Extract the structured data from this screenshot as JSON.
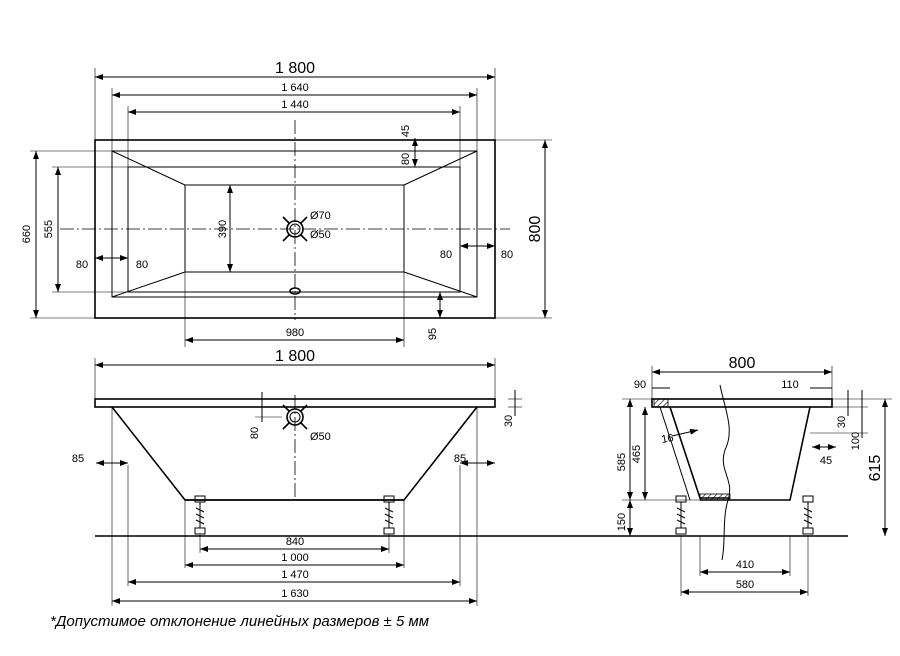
{
  "top_view": {
    "overall_length": "1 800",
    "rim_length": "1 640",
    "inner_length": "1 440",
    "overall_width": "800",
    "outer_height": "660",
    "inner_height": "555",
    "bottom_height": "390",
    "bottom_length": "980",
    "rim_left_a": "80",
    "rim_left_b": "80",
    "rim_right_a": "80",
    "rim_right_b": "80",
    "top_offset_45": "45",
    "top_offset_80": "80",
    "bottom_offset_95": "95",
    "overflow_d70": "Ø70",
    "drain_d50": "Ø50"
  },
  "side_view": {
    "overall_length": "1 800",
    "rim_thickness": "30",
    "drain_offset": "80",
    "drain_d50": "Ø50",
    "left_offset": "85",
    "right_offset": "85",
    "legs_840": "840",
    "legs_1000": "1 000",
    "base_1470": "1 470",
    "base_1630": "1 630"
  },
  "end_view": {
    "overall_width": "800",
    "rim_left": "90",
    "rim_right": "110",
    "total_height": "615",
    "body_height": "585",
    "inner_depth": "465",
    "leg_height": "150",
    "rim_30": "30",
    "rim_100": "100",
    "offset_45": "45",
    "wall_16": "16",
    "legs_410": "410",
    "legs_580": "580"
  },
  "footnote": "*Допустимое отклонение линейных размеров ± 5 мм"
}
